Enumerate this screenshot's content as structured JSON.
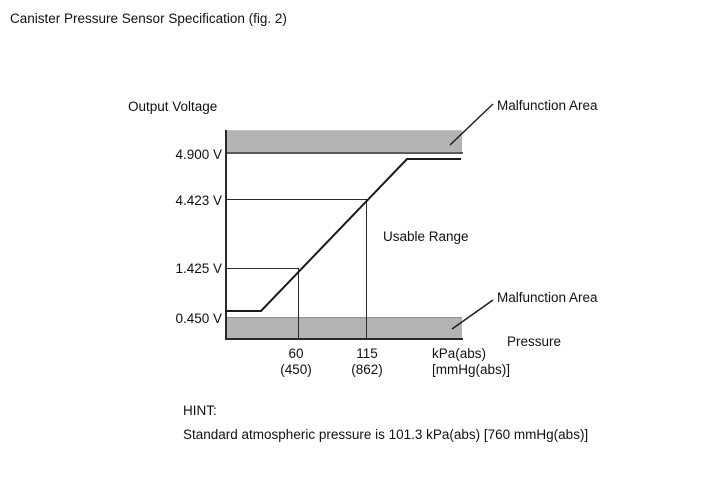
{
  "title": "Canister Pressure Sensor Specification (fig. 2)",
  "chart": {
    "y_axis_title": "Output Voltage",
    "x_axis_title": "Pressure",
    "y_ticks": [
      "4.900 V",
      "4.423 V",
      "1.425 V",
      "0.450 V"
    ],
    "x_tick_1_kpa": "60",
    "x_tick_1_mmhg": "(450)",
    "x_tick_2_kpa": "115",
    "x_tick_2_mmhg": "(862)",
    "x_unit_kpa": "kPa(abs)",
    "x_unit_mmhg": "[mmHg(abs)]",
    "malfunction_top_label": "Malfunction Area",
    "malfunction_bottom_label": "Malfunction Area",
    "usable_range_label": "Usable Range"
  },
  "hint": {
    "heading": "HINT:",
    "body": "Standard atmospheric pressure is 101.3 kPa(abs) [760 mmHg(abs)]"
  },
  "colors": {
    "band_gray": "#b3b3b3",
    "band_edge": "#8f8f8f",
    "line_black": "#1a1a1a"
  },
  "chart_data": {
    "type": "line",
    "title": "Canister Pressure Sensor Specification (fig. 2)",
    "xlabel": "Pressure",
    "x_units": [
      "kPa(abs)",
      "[mmHg(abs)]"
    ],
    "ylabel": "Output Voltage",
    "y_unit": "V",
    "y_ticks_v": [
      0.45,
      1.425,
      4.423,
      4.9
    ],
    "x_ticks": [
      {
        "kpa_abs": 60,
        "mmhg_abs": 450
      },
      {
        "kpa_abs": 115,
        "mmhg_abs": 862
      }
    ],
    "series": [
      {
        "name": "sensor output voltage vs pressure",
        "shape": "flat near 0.450 V at low pressure, linear ramp between calibration points, flat just below 4.900 V at high pressure",
        "points": [
          {
            "pressure_kpa_abs": 60,
            "pressure_mmhg_abs": 450,
            "voltage_v": 1.425
          },
          {
            "pressure_kpa_abs": 115,
            "pressure_mmhg_abs": 862,
            "voltage_v": 4.423
          }
        ],
        "saturation_low_v": 0.45,
        "saturation_high_v": 4.9
      }
    ],
    "regions": [
      {
        "label": "Malfunction Area",
        "location": "output voltage above 4.900 V"
      },
      {
        "label": "Usable Range",
        "location": "between malfunction areas, 0.450 V to 4.900 V"
      },
      {
        "label": "Malfunction Area",
        "location": "output voltage below 0.450 V"
      }
    ],
    "grid": false,
    "legend": false,
    "note": "Standard atmospheric pressure is 101.3 kPa(abs) [760 mmHg(abs)]",
    "atmospheric_pressure": {
      "kpa_abs": 101.3,
      "mmhg_abs": 760
    }
  }
}
